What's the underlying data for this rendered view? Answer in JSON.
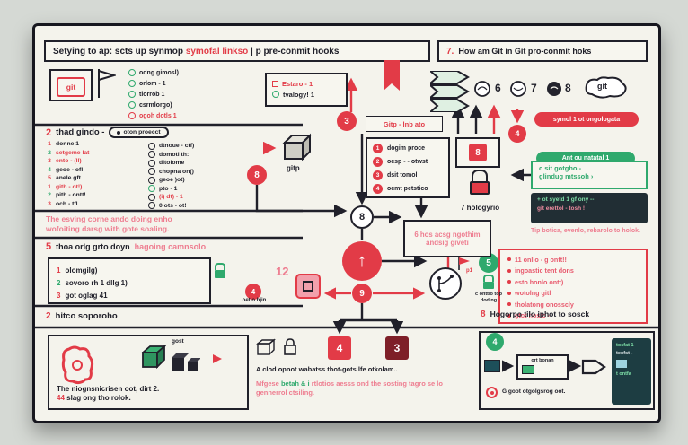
{
  "colors": {
    "red": "#e23b47",
    "pink": "#ee7d90",
    "green": "#2fa96d",
    "dark": "#20202a",
    "teal": "#1d3d42"
  },
  "headers": {
    "left": {
      "part1": "Setying to ap: scts up synmop ",
      "part2": "symofal linkso",
      "part3": " | p pre-conmit hooks"
    },
    "right": {
      "number": "7.",
      "text": "How am Git in Git pro-conmit hoks"
    }
  },
  "top_left": {
    "git_badge": "git",
    "checklist": [
      {
        "label": "odng gimosl)"
      },
      {
        "label": "orlom - 1"
      },
      {
        "label": "tlorrob 1"
      },
      {
        "label": "csrmlorgo)"
      },
      {
        "label": "ogoh dotls 1"
      }
    ],
    "estaro_box": {
      "line1": "Estaro - 1",
      "line2": "tvalogy! 1"
    },
    "circle3": "3",
    "gitp_label": "Gitp - lnb ato"
  },
  "top_right": {
    "num6": "6",
    "num7": "7",
    "num8": "8",
    "git_blob": "git",
    "red_pill": "symol 1 ot ongologata",
    "green_pill": "Ant ou natatal 1",
    "circle4": "4"
  },
  "section2": {
    "number": "2",
    "title": "thad gindo -",
    "capsule": "oton proecct",
    "left_list": [
      {
        "num": "1",
        "label": "donne 1"
      },
      {
        "num": "2",
        "label": "setgeme lat"
      },
      {
        "num": "3",
        "label": "ento - (ll)"
      },
      {
        "num": "4",
        "label": "geoe - ofl"
      },
      {
        "num": "5",
        "label": "anele gft"
      },
      {
        "num": "1",
        "label": "gitb - ot!)"
      },
      {
        "num": "2",
        "label": "pith - ontt!"
      },
      {
        "num": "3",
        "label": "och - tfl"
      }
    ],
    "mid_list": [
      {
        "label": "dtnoue - ctf)"
      },
      {
        "label": "domoti th:"
      },
      {
        "label": "ditolome"
      },
      {
        "label": "chopna on()"
      },
      {
        "label": "geoe )ot)"
      },
      {
        "label": "pto - 1"
      },
      {
        "label": "(i) dt) - 1"
      },
      {
        "label": "0 ots - ot!"
      }
    ],
    "cube_label": "gitp",
    "circle8_red": "8",
    "dogim_box": [
      {
        "num": "1",
        "label": "dogim proce"
      },
      {
        "num": "2",
        "label": "ocsp - - otwst"
      },
      {
        "num": "3",
        "label": "dsit tomol"
      },
      {
        "num": "4",
        "label": "ocmt petstico"
      }
    ],
    "square8": "8",
    "padlock_label": "7 hologyrio",
    "circle8_outline": "8"
  },
  "right_mid": {
    "green_box_line1": "c sit gotgho -",
    "green_box_line2": "glindug mtssoh  ›",
    "dark_panel": {
      "line1": "+ ot syetd 1 gf ony --",
      "line2": "git erettol - tosh !"
    },
    "tip": "Tip botica, evenlo, rebarolo to holok.",
    "red_box_items": [
      "11 onllo - g ontt!!",
      "ingoastic tent dons",
      "esto honlo ontt)",
      "wotolng gitl",
      "tholatong onosscly",
      "gtot hoslo -"
    ],
    "circle5": "5",
    "circle5_label": "c onttio top doding"
  },
  "middle": {
    "pink_box_line1": "6 hos acsg ngothim",
    "pink_box_line2": "andsig giveti",
    "paragraph_line1": "The esving corne ando doing enho",
    "paragraph_line2": "wofoiting darsg with gote soaling.",
    "hub_icon": "↑",
    "circle9": "9",
    "flag_label": "p1"
  },
  "section5": {
    "number": "5",
    "title_dark": "thoa orlg grto doyn ",
    "title_pink": "hagoing camnsolo",
    "list": [
      {
        "num": "1",
        "label": "olomgilg)"
      },
      {
        "num": "2",
        "label": "sovoro rh 1 dllg 1)"
      },
      {
        "num": "3",
        "label": "got oglag 41"
      }
    ],
    "twelve": "12",
    "circle4": "4",
    "circle4_label": "oetlo bjin"
  },
  "section2b": {
    "number": "2",
    "title": "hitco soporoho"
  },
  "bottom_left": {
    "gost_label": "gost",
    "caption_line1": "The niognsnicrisen oot, dirt 2.",
    "caption_num": "44",
    "caption_line2": " slag ong tho rolok."
  },
  "bottom_middle": {
    "text1": "A clod opnot wabatss thot-gots lfe otkolam..",
    "square4": "4",
    "square3": "3",
    "text2_a": "Mfgese ",
    "text2_b": "betah & i",
    "text2_c": " rtlotios aesss ond the sosting tagro se lo gennerrol ctsiling."
  },
  "bottom_right": {
    "number": "8",
    "title": "Hogorpo tilo iphot to sosck",
    "circle4": "4",
    "box_label": "ort bonan",
    "caption": "G goot otgolgsrog oot.",
    "teal_lines": [
      "tosfat 1",
      "teofst -",
      "t ontfa"
    ]
  }
}
